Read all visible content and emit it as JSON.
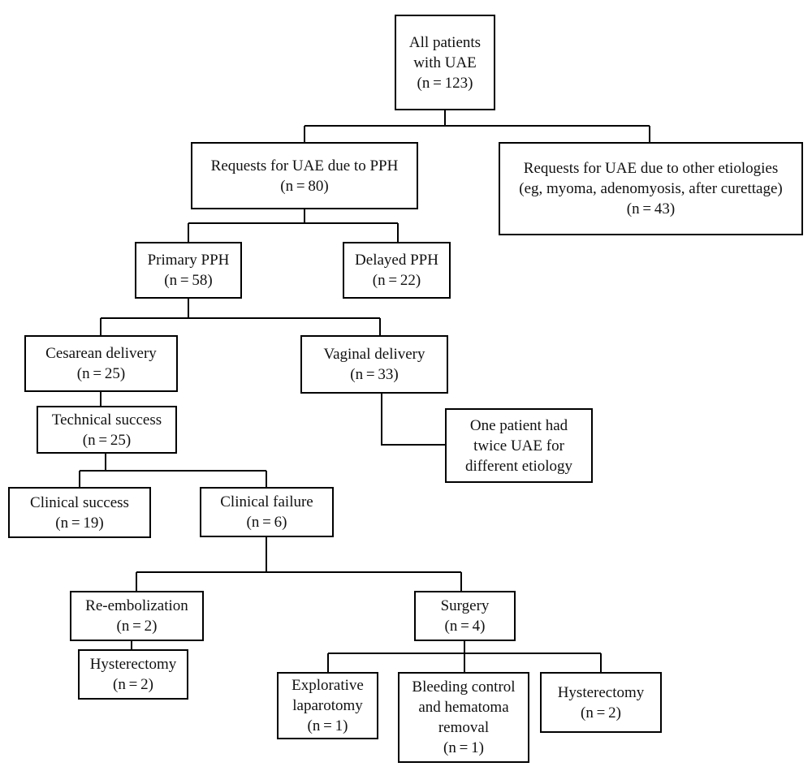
{
  "nodes": {
    "all_patients": {
      "lines": [
        "All patients",
        "with UAE",
        "(n = 123)"
      ]
    },
    "pph": {
      "lines": [
        "Requests for UAE due to PPH",
        "(n = 80)"
      ]
    },
    "other": {
      "lines": [
        "Requests for UAE due to other etiologies",
        "(eg, myoma, adenomyosis, after curettage)",
        "(n = 43)"
      ]
    },
    "primary_pph": {
      "lines": [
        "Primary PPH",
        "(n = 58)"
      ]
    },
    "delayed_pph": {
      "lines": [
        "Delayed PPH",
        "(n = 22)"
      ]
    },
    "cesarean": {
      "lines": [
        "Cesarean delivery",
        "(n = 25)"
      ]
    },
    "vaginal": {
      "lines": [
        "Vaginal delivery",
        "(n = 33)"
      ]
    },
    "technical_success": {
      "lines": [
        "Technical success",
        "(n = 25)"
      ]
    },
    "twice_uae": {
      "lines": [
        "One patient had",
        "twice UAE for",
        "different etiology"
      ]
    },
    "clinical_success": {
      "lines": [
        "Clinical success",
        "(n = 19)"
      ]
    },
    "clinical_failure": {
      "lines": [
        "Clinical failure",
        "(n = 6)"
      ]
    },
    "re_embolization": {
      "lines": [
        "Re-embolization",
        "(n = 2)"
      ]
    },
    "surgery": {
      "lines": [
        "Surgery",
        "(n = 4)"
      ]
    },
    "hysterectomy_reemb": {
      "lines": [
        "Hysterectomy",
        "(n = 2)"
      ]
    },
    "explorative": {
      "lines": [
        "Explorative",
        "laparotomy",
        "(n = 1)"
      ]
    },
    "bleeding_control": {
      "lines": [
        "Bleeding control",
        "and hematoma",
        "removal",
        "(n = 1)"
      ]
    },
    "hysterectomy_surg": {
      "lines": [
        "Hysterectomy",
        "(n = 2)"
      ]
    }
  }
}
